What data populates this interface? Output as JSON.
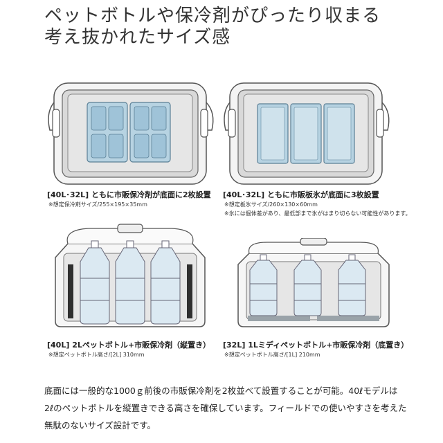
{
  "headline": {
    "line1": "ペットボトルや保冷剤がぴったり収まる",
    "line2": "考え抜かれたサイズ感"
  },
  "panels": [
    {
      "caption": "[40L･32L] ともに市販保冷剤が底面に2枚設置",
      "notes": [
        "※想定保冷剤サイズ/255×195×35mm"
      ]
    },
    {
      "caption": "[40L･32L] ともに市販板氷が底面に3枚設置",
      "notes": [
        "※想定板氷サイズ/260×130×60mm",
        "※氷には個体差があり、最低部まで氷がはまり切らない可能性があります。"
      ]
    },
    {
      "caption": "[40L] 2Lペットボトル+市販保冷剤（縦置き）",
      "notes": [
        "※想定ペットボトル高さ/[2L] 310mm"
      ]
    },
    {
      "caption": "[32L]  1Lミディペットボトル+市販保冷剤（底置き）",
      "notes": [
        "※想定ペットボトル高さ/[1L] 210mm"
      ]
    }
  ],
  "description": {
    "line1": "底面には一般的な1000ｇ前後の市販保冷剤を2枚並べて設置することが可能。40ℓモデルは",
    "line2": "2ℓのペットボトルを縦置きできる高さを確保しています。フィールドでの使いやすさを考えた",
    "line3": "無駄のないサイズ設計です。"
  },
  "colors": {
    "ice_pack": "#b7d3e2",
    "ice_pack_cell": "#9fc3d8",
    "interior": "#e4e4e4",
    "outline": "#555555",
    "bottle": "#dbe9f2"
  }
}
